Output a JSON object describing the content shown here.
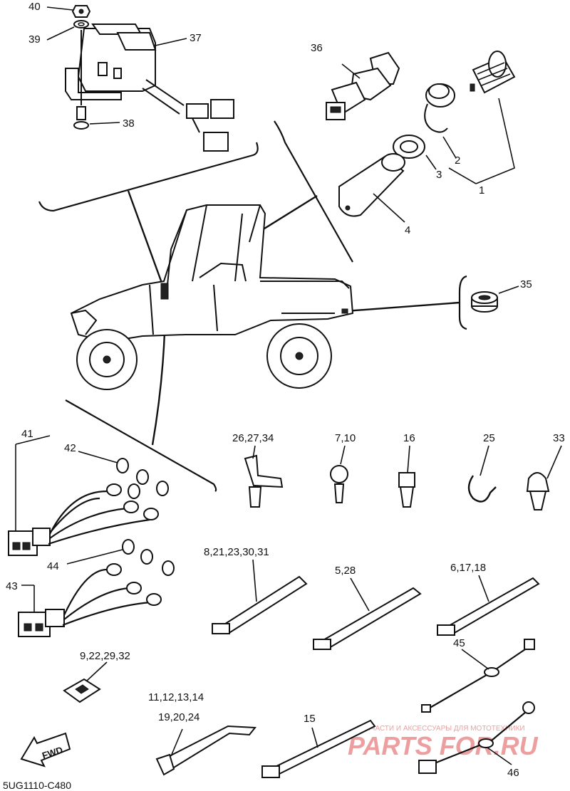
{
  "diagram": {
    "code": "5UG1110-C480",
    "fwd_label": "FWD",
    "callouts": {
      "c40": "40",
      "c39": "39",
      "c37": "37",
      "c38": "38",
      "c36": "36",
      "c2": "2",
      "c3": "3",
      "c1": "1",
      "c4": "4",
      "c35": "35",
      "c41": "41",
      "c42": "42",
      "c44": "44",
      "c43": "43",
      "c26": "26,27,34",
      "c7": "7,10",
      "c16": "16",
      "c25": "25",
      "c33": "33",
      "c8": "8,21,23,30,31",
      "c5": "5,28",
      "c6": "6,17,18",
      "c9": "9,22,29,32",
      "c45": "45",
      "c11": "11,12,13,14",
      "c19": "19,20,24",
      "c15": "15",
      "c46": "46"
    }
  },
  "watermark": {
    "tagline": "ЗАПЧАСТИ И АКСЕССУАРЫ ДЛЯ МОТОТЕХНИКИ",
    "brand": "PARTS FOR.RU",
    "color": "#e05050"
  }
}
